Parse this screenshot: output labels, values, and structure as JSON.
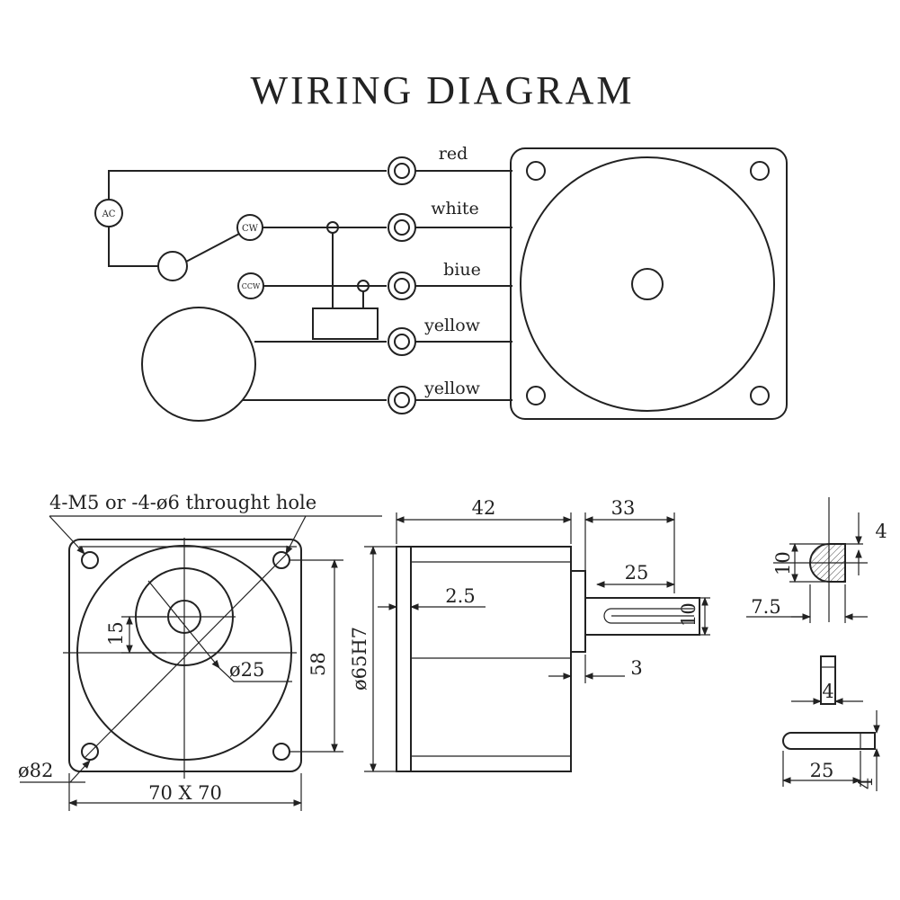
{
  "title": "WIRING DIAGRAM",
  "wiring": {
    "ac_label": "AC",
    "cw_label": "CW",
    "ccw_label": "CCW",
    "wires": [
      "red",
      "white",
      "biue",
      "yellow",
      "yellow"
    ]
  },
  "dimensions": {
    "hole_note": "4-M5 or -4-ø6 throught hole",
    "pcd": "ø82",
    "square": "70 X 70",
    "boss_dia": "ø25",
    "center_offset": "15",
    "mount_span": "58",
    "pilot": "ø65H7",
    "body_length": "42",
    "flange_thk": "2.5",
    "shaft_total": "33",
    "shaft_flat": "25",
    "shaft_dia": "10",
    "shaft_step": "3",
    "sec_height": "10",
    "sec_flat": "4",
    "sec_width": "7.5",
    "key_width": "4",
    "key_length": "25",
    "key_height": "4"
  }
}
